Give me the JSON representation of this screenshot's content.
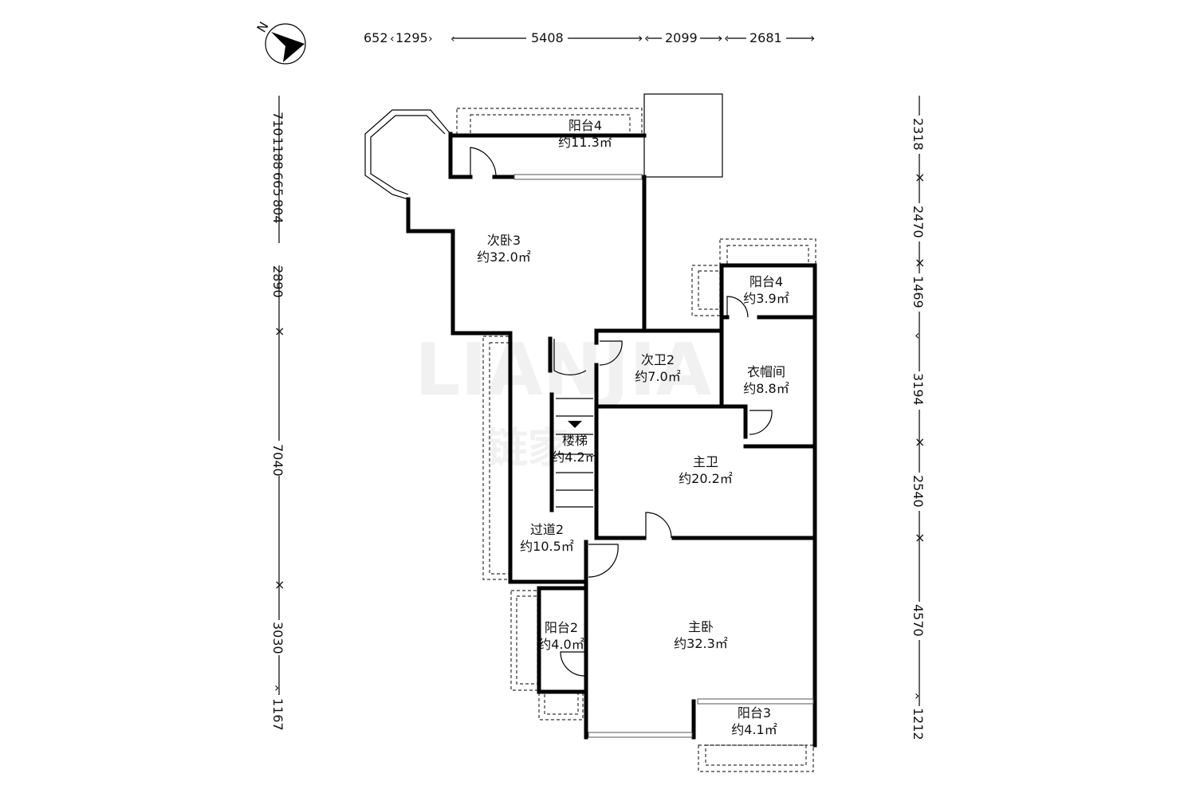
{
  "compass": {
    "label": "N"
  },
  "dims_top": [
    "652",
    "1295",
    "5408",
    "2099",
    "2681"
  ],
  "dims_left": [
    "710",
    "1188",
    "665",
    "804",
    "2890",
    "7040",
    "3030",
    "1167"
  ],
  "dims_right": [
    "2318",
    "2470",
    "1469",
    "3194",
    "2540",
    "4570",
    "1212"
  ],
  "rooms": [
    {
      "name": "阳台4",
      "area": "约11.3㎡"
    },
    {
      "name": "次卧3",
      "area": "约32.0㎡"
    },
    {
      "name": "阳台4",
      "area": "约3.9㎡"
    },
    {
      "name": "次卫2",
      "area": "约7.0㎡"
    },
    {
      "name": "衣帽间",
      "area": "约8.8㎡"
    },
    {
      "name": "楼梯",
      "area": "约4.2㎡"
    },
    {
      "name": "主卫",
      "area": "约20.2㎡"
    },
    {
      "name": "过道2",
      "area": "约10.5㎡"
    },
    {
      "name": "阳台2",
      "area": "约4.0㎡"
    },
    {
      "name": "主卧",
      "area": "约32.3㎡"
    },
    {
      "name": "阳台3",
      "area": "约4.1㎡"
    }
  ],
  "watermark": {
    "line1": "LIANJIA",
    "line2": "链家"
  }
}
